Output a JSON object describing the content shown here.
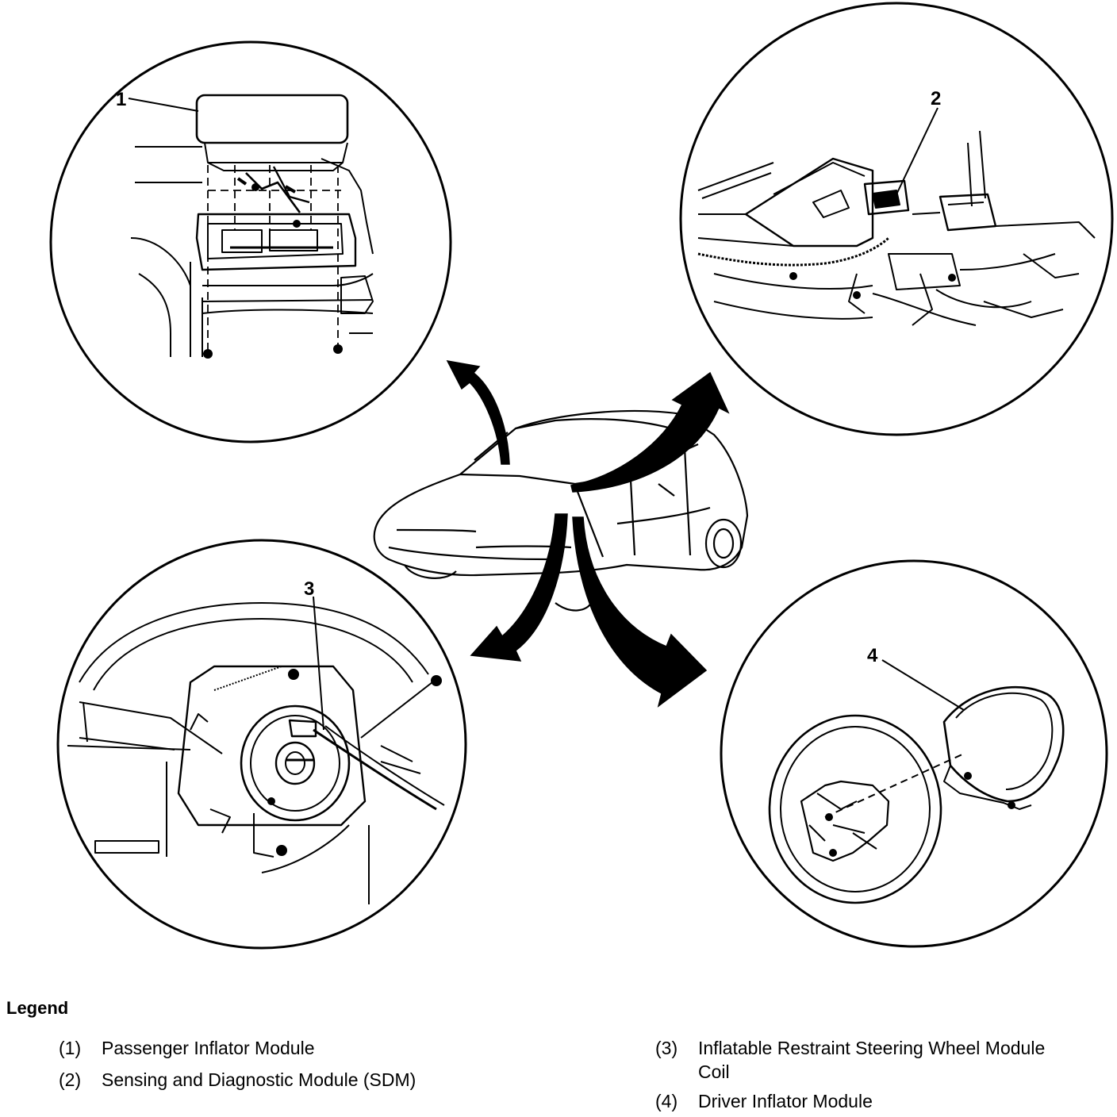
{
  "callouts": {
    "c1": "1",
    "c2": "2",
    "c3": "3",
    "c4": "4"
  },
  "legend": {
    "title": "Legend",
    "items": [
      {
        "num": "(1)",
        "text": "Passenger Inflator Module"
      },
      {
        "num": "(2)",
        "text": "Sensing and Diagnostic Module (SDM)"
      },
      {
        "num": "(3)",
        "text": "Inflatable Restraint Steering Wheel Module Coil"
      },
      {
        "num": "(4)",
        "text": "Driver Inflator Module"
      }
    ]
  }
}
